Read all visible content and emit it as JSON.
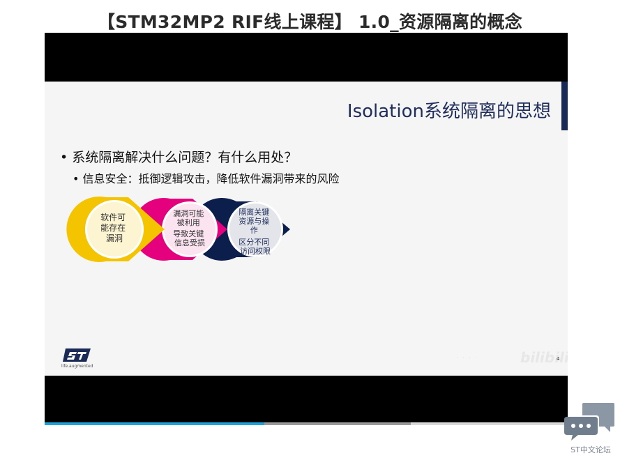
{
  "page": {
    "title": "【STM32MP2 RIF线上课程】 1.0_资源隔离的概念"
  },
  "slide": {
    "title": "Isolation系统隔离的思想",
    "bullet1": "• 系统隔离解决什么问题？有什么用处？",
    "bullet2": "• 信息安全：抵御逻辑攻击，降低软件漏洞带来的风险",
    "steps": [
      {
        "lines": [
          "软件可",
          "能存在",
          "漏洞"
        ],
        "color": "#f5c400"
      },
      {
        "lines": [
          "漏洞可能",
          "被利用",
          "导致关键",
          "信息受损"
        ],
        "color": "#e5007e"
      },
      {
        "lines": [
          "隔离关键",
          "资源与操",
          "作",
          "区分不同",
          "访问权限"
        ],
        "color": "#0c1f4c"
      }
    ],
    "logo_tagline": "life.augmented",
    "page_number": "4",
    "watermark": "bilibili",
    "brand_color": "#1a2a57"
  },
  "player": {
    "progress": 0.42,
    "buffered": 0.7,
    "progress_color": "#1fa3d8"
  },
  "forum": {
    "icon": "chat-bubbles-icon",
    "label": "ST中文论坛"
  }
}
